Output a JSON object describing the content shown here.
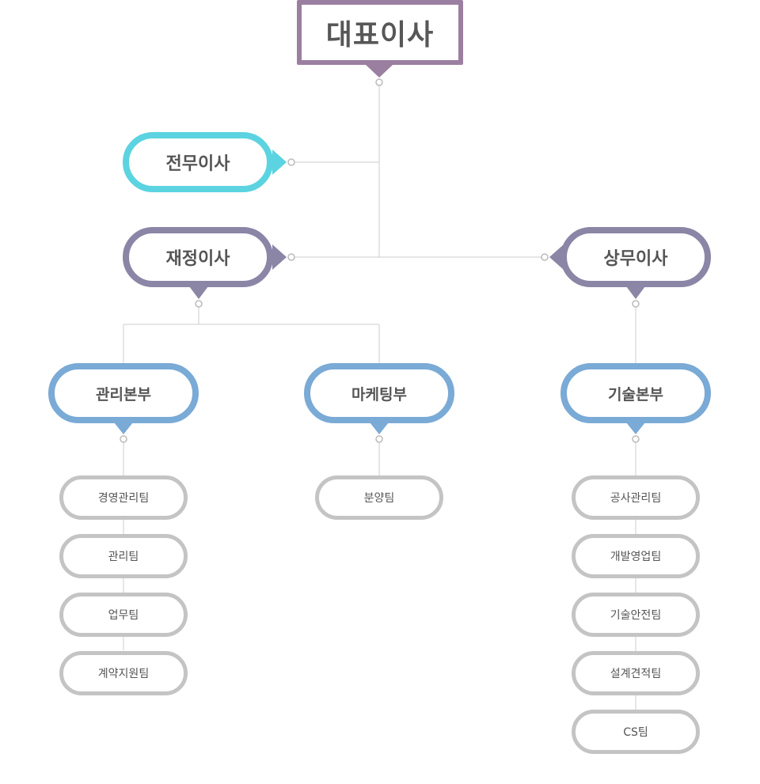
{
  "ceo": {
    "label": "대표이사",
    "color": "#9b7fa0"
  },
  "executives": {
    "managing": {
      "label": "전무이사",
      "color": "#5cd3e0"
    },
    "finance": {
      "label": "재정이사",
      "color": "#8b85a6"
    },
    "commerce": {
      "label": "상무이사",
      "color": "#8b85a6"
    }
  },
  "departments": {
    "management": {
      "label": "관리본부",
      "color": "#7aaad6"
    },
    "marketing": {
      "label": "마케팅부",
      "color": "#7aaad6"
    },
    "technology": {
      "label": "기술본부",
      "color": "#7aaad6"
    }
  },
  "teams": {
    "management": [
      "경영관리팀",
      "관리팀",
      "업무팀",
      "계약지원팀"
    ],
    "marketing": [
      "분양팀"
    ],
    "technology": [
      "공사관리팀",
      "개발영업팀",
      "기술안전팀",
      "설계견적팀",
      "CS팀"
    ]
  },
  "colors": {
    "line": "#cccccc",
    "team_border": "#c4c4c4"
  }
}
